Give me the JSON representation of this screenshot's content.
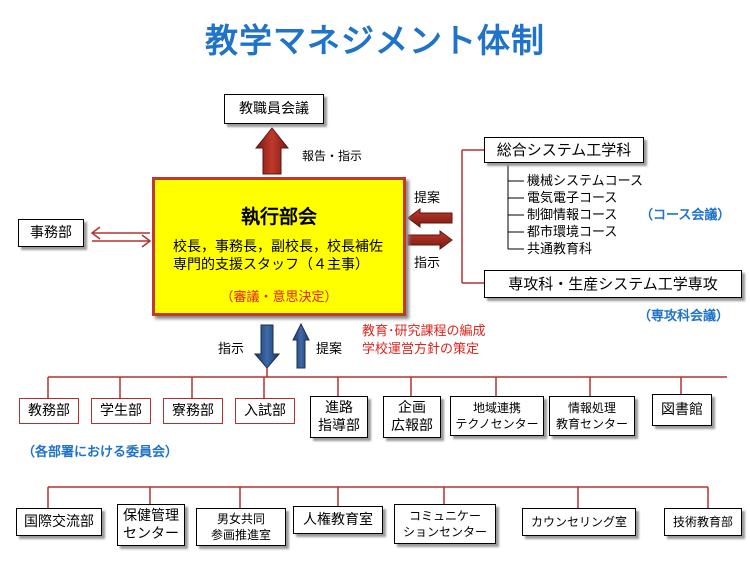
{
  "title": "教学マネジメント体制",
  "top": {
    "faculty_meeting": "教職員会議",
    "report_label": "報告・指示"
  },
  "executive": {
    "title": "執行部会",
    "members_line1": "校長，事務長，副校長，校長補佐",
    "members_line2": "専門的支援スタッフ（４主事）",
    "role": "（審議・意思決定）"
  },
  "office": "事務部",
  "right": {
    "proposal": "提案",
    "instruction": "指示",
    "systems_dept": "総合システム工学科",
    "courses": [
      "機械システムコース",
      "電気電子コース",
      "制御情報コース",
      "都市環境コース",
      "共通教育科"
    ],
    "course_meeting": "（コース会議）",
    "advanced_dept": "専攻科・生産システム工学専攻",
    "advanced_meeting": "（専攻科会議）"
  },
  "middle": {
    "instruction": "指示",
    "proposal": "提案",
    "note_line1": "教育･研究課程の編成",
    "note_line2": "学校運営方針の策定"
  },
  "row1": {
    "depts": [
      "教務部",
      "学生部",
      "寮務部",
      "入試部"
    ],
    "guidance": [
      "進路",
      "指導部"
    ],
    "planning": [
      "企画",
      "広報部"
    ],
    "regional": [
      "地域連携",
      "テクノセンター"
    ],
    "info": [
      "情報処理",
      "教育センター"
    ],
    "library": "図書館",
    "committees": "（各部署における委員会）"
  },
  "row2": {
    "international": "国際交流部",
    "health": [
      "保健管理",
      "センター"
    ],
    "gender": [
      "男女共同",
      "参画推進室"
    ],
    "human_rights": "人権教育室",
    "communication": [
      "コミュニケー",
      "ションセンター"
    ],
    "counseling": "カウンセリング室",
    "technical": "技術教育部"
  },
  "colors": {
    "title": "#1f73c9",
    "arrow": "#c0392b",
    "line": "#b53030",
    "exec_fill": "#ffff00",
    "note": "#e0231c"
  }
}
